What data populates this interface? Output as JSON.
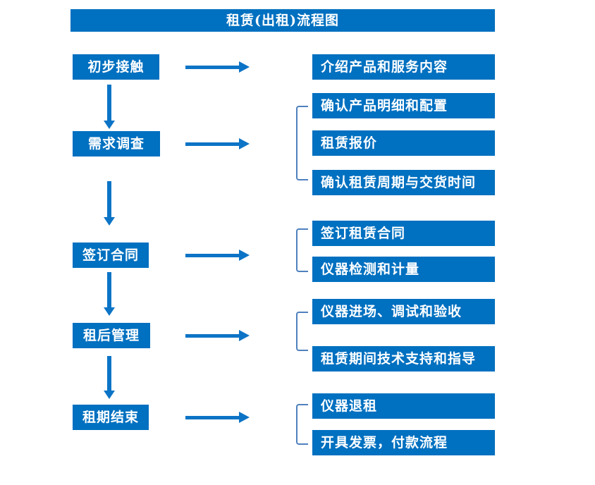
{
  "diagram_type": "flowchart",
  "title": "租赁(出租)流程图",
  "colors": {
    "box_blue": "#0070C0",
    "arrow_blue": "#0C74C6",
    "bracket_blue": "#4F81BD",
    "text_white": "#FFFFFF",
    "background": "#FFFFFF"
  },
  "steps": [
    {
      "label": "初步接触",
      "outputs": [
        "介绍产品和服务内容"
      ]
    },
    {
      "label": "需求调查",
      "outputs": [
        "确认产品明细和配置",
        "租赁报价",
        "确认租赁周期与交货时间"
      ]
    },
    {
      "label": "签订合同",
      "outputs": [
        "签订租赁合同",
        "仪器检测和计量"
      ]
    },
    {
      "label": "租后管理",
      "outputs": [
        "仪器进场、调试和验收",
        "租赁期间技术支持和指导"
      ]
    },
    {
      "label": "租期结束",
      "outputs": [
        "仪器退租",
        "开具发票，付款流程"
      ]
    }
  ]
}
